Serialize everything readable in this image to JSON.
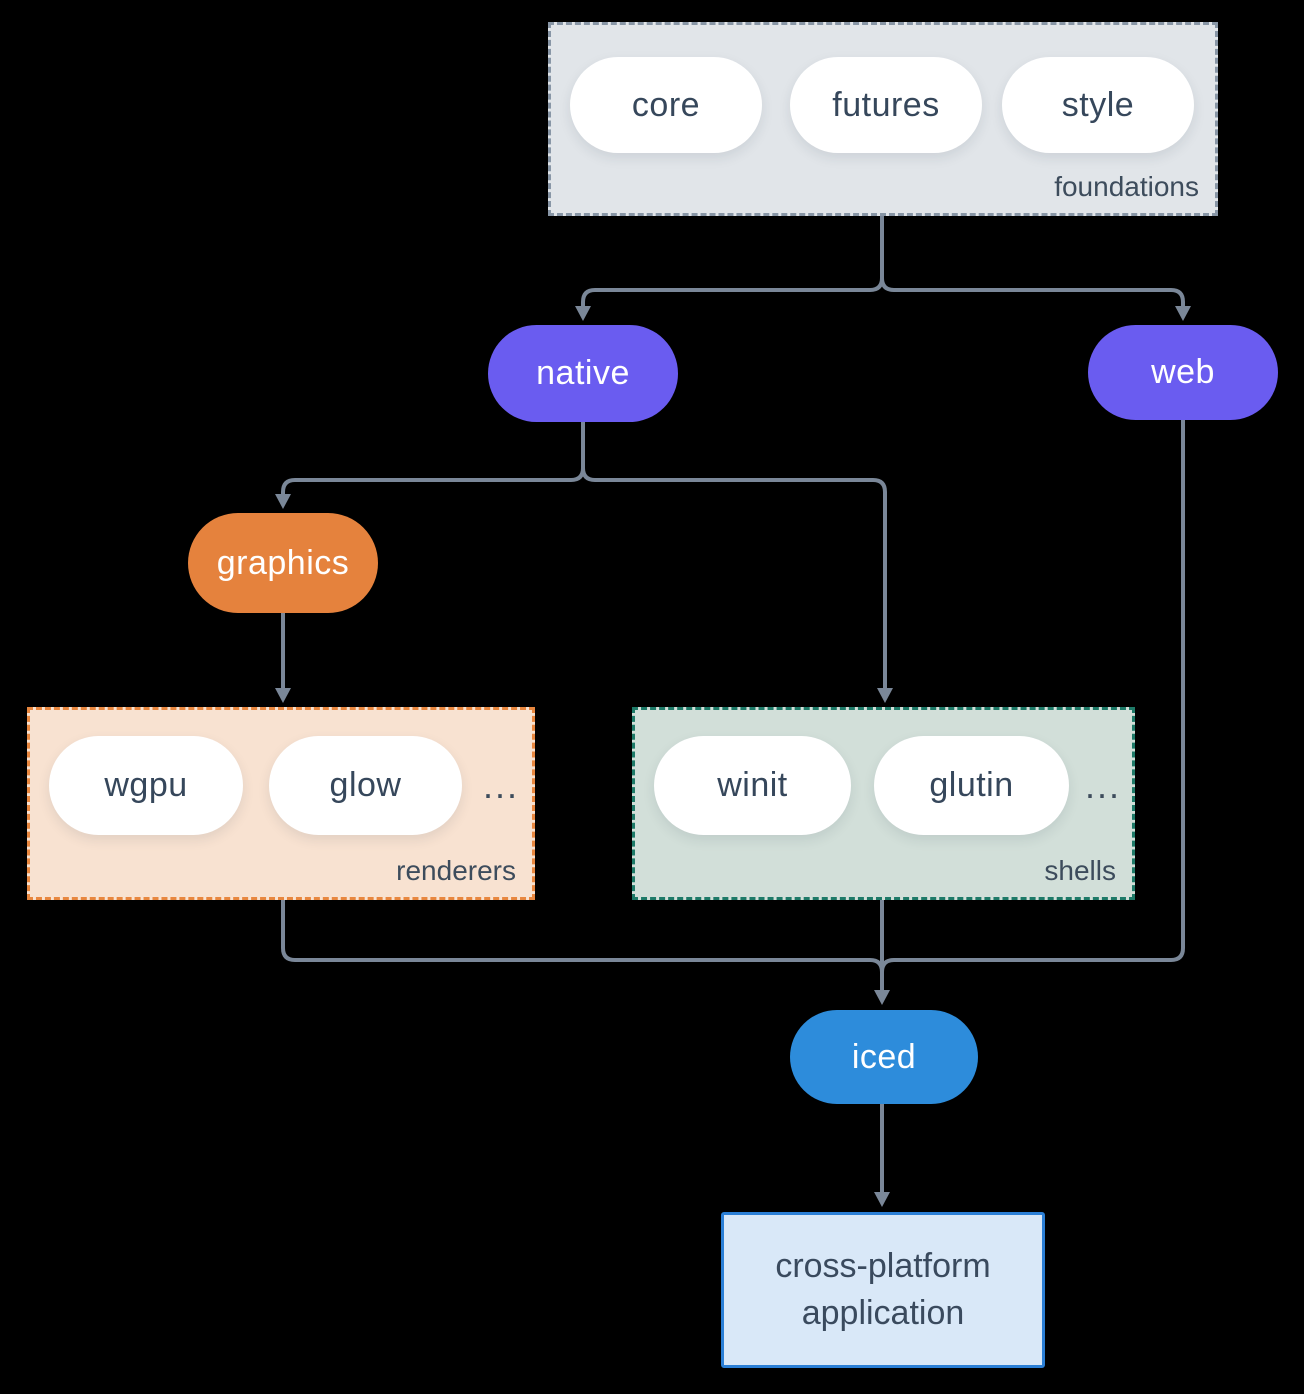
{
  "foundations": {
    "label": "foundations",
    "items": [
      "core",
      "futures",
      "style"
    ]
  },
  "nodes": {
    "native": {
      "label": "native"
    },
    "web": {
      "label": "web"
    },
    "graphics": {
      "label": "graphics"
    },
    "iced": {
      "label": "iced"
    }
  },
  "renderers": {
    "label": "renderers",
    "items": [
      "wgpu",
      "glow"
    ],
    "more": "..."
  },
  "shells": {
    "label": "shells",
    "items": [
      "winit",
      "glutin"
    ],
    "more": "..."
  },
  "app": {
    "lines": [
      "cross-platform",
      "application"
    ]
  },
  "colors": {
    "background": "#000000",
    "edge": "#7A8798",
    "node_purple": "#6A5CF0",
    "node_orange": "#E5823D",
    "node_blue": "#2D8CDB",
    "pill_white": "#FFFFFF",
    "pill_text": "#36475B",
    "label_text": "#3D4C5C",
    "foundations_fill": "#E1E5E9",
    "foundations_border": "#8896A6",
    "renderers_fill": "#F8E2D1",
    "renderers_border": "#E8873F",
    "shells_fill": "#D2DFD9",
    "shells_border": "#1E7A68",
    "app_fill": "#D9E8F8",
    "app_border": "#2B7FD6"
  }
}
